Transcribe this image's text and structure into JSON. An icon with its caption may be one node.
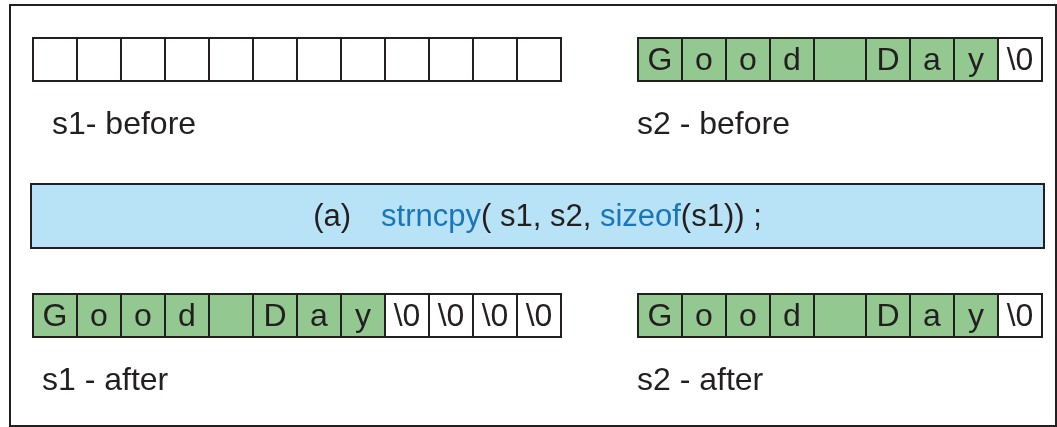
{
  "diagram": {
    "nodes": [
      {
        "text": [
          "s1- before"
        ]
      },
      {
        "text": [],
        "shape": "box",
        "in": 0
      },
      {
        "text": [],
        "shape": "box",
        "in": 0
      },
      {
        "text": [],
        "shape": "box",
        "in": 0
      },
      {
        "text": [],
        "shape": "box",
        "in": 0
      },
      {
        "text": [],
        "shape": "box",
        "in": 0
      },
      {
        "text": [],
        "shape": "box",
        "in": 0
      },
      {
        "text": [],
        "shape": "box",
        "in": 0
      },
      {
        "text": [],
        "shape": "box",
        "in": 0
      },
      {
        "text": [],
        "shape": "box",
        "in": 0
      },
      {
        "text": [],
        "shape": "box",
        "in": 0
      },
      {
        "text": [],
        "shape": "box",
        "in": 0
      },
      {
        "text": [],
        "shape": "box",
        "in": 0
      },
      {
        "text": [
          "s2 - before"
        ]
      },
      {
        "text": [
          "G"
        ],
        "in": 13
      },
      {
        "text": [
          "o"
        ],
        "in": 13
      },
      {
        "text": [
          "o"
        ],
        "in": 13
      },
      {
        "text": [
          "d"
        ],
        "in": 13
      },
      {
        "text": [],
        "shape": "box",
        "in": 13
      },
      {
        "text": [
          "D"
        ],
        "in": 13
      },
      {
        "text": [
          "a"
        ],
        "in": 13
      },
      {
        "text": [
          "y"
        ],
        "in": 13
      },
      {
        "text": [
          "\\0"
        ],
        "in": 13
      },
      {
        "text": [
          "(a)",
          "strncpy",
          "( s1, s2, ",
          "sizeof",
          "(s1)) ;"
        ]
      },
      {
        "text": [
          "s1 - after"
        ]
      },
      {
        "text": [
          "G"
        ],
        "in": 24
      },
      {
        "text": [
          "o"
        ],
        "in": 24
      },
      {
        "text": [
          "o"
        ],
        "in": 24
      },
      {
        "text": [
          "d"
        ],
        "in": 24
      },
      {
        "text": [],
        "shape": "box",
        "in": 24
      },
      {
        "text": [
          "D"
        ],
        "in": 24
      },
      {
        "text": [
          "a"
        ],
        "in": 24
      },
      {
        "text": [
          "y"
        ],
        "in": 24
      },
      {
        "text": [
          "\\0"
        ],
        "in": 24
      },
      {
        "text": [
          "\\0"
        ],
        "in": 24
      },
      {
        "text": [
          "\\0"
        ],
        "in": 24
      },
      {
        "text": [
          "\\0"
        ],
        "in": 24
      },
      {
        "text": [
          "s2 - after"
        ]
      },
      {
        "text": [
          "G"
        ],
        "in": 37
      },
      {
        "text": [
          "o"
        ],
        "in": 37
      },
      {
        "text": [
          "o"
        ],
        "in": 37
      },
      {
        "text": [
          "d"
        ],
        "in": 37
      },
      {
        "text": [],
        "shape": "box",
        "in": 37
      },
      {
        "text": [
          "D"
        ],
        "in": 37
      },
      {
        "text": [
          "a"
        ],
        "in": 37
      },
      {
        "text": [
          "y"
        ],
        "in": 37
      },
      {
        "text": [
          "\\0"
        ],
        "in": 37
      }
    ],
    "edges": []
  }
}
